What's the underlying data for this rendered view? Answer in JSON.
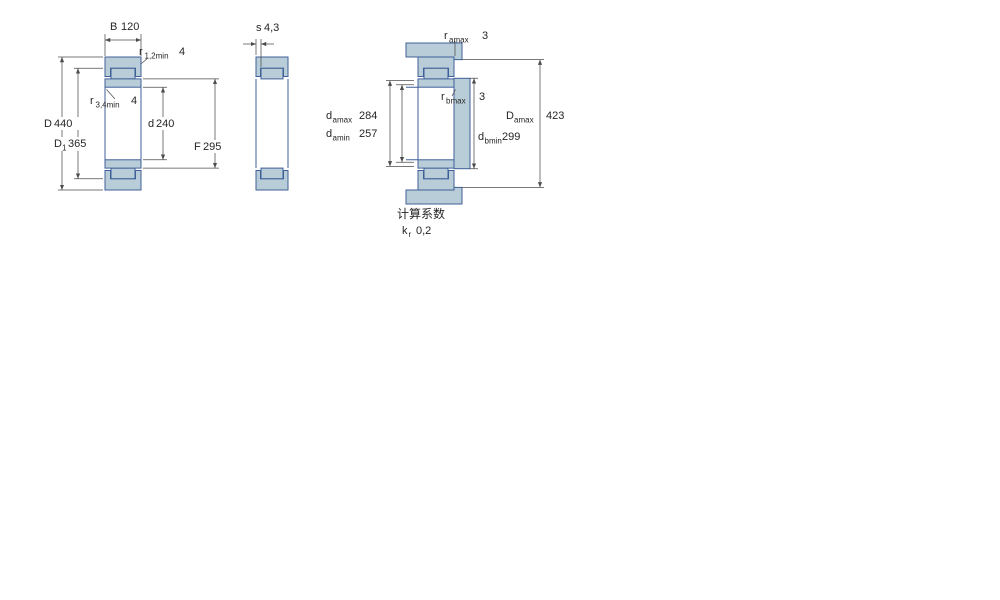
{
  "drawing": {
    "colors": {
      "section_fill": "#b9cdd9",
      "outline": "#3f5f98",
      "dimension_line": "#4d4d4d",
      "text": "#262626"
    },
    "view1": {
      "B": {
        "label": "B",
        "value": "120"
      },
      "r12": {
        "label": "r",
        "sub": "1,2min",
        "value": "4"
      },
      "r34": {
        "label": "r",
        "sub": "3,4min",
        "value": "4"
      },
      "D": {
        "label": "D",
        "value": "440"
      },
      "D1": {
        "label": "D",
        "sub": "1",
        "value": "365"
      },
      "d": {
        "label": "d",
        "value": "240"
      },
      "F": {
        "label": "F",
        "value": "295"
      }
    },
    "view2": {
      "s": {
        "label": "s",
        "value": "4,3"
      }
    },
    "view3": {
      "ra": {
        "label": "r",
        "sub": "amax",
        "value": "3"
      },
      "rb": {
        "label": "r",
        "sub": "bmax",
        "value": "3"
      },
      "damax": {
        "label": "d",
        "sub": "amax",
        "value": "284"
      },
      "damin": {
        "label": "d",
        "sub": "amin",
        "value": "257"
      },
      "dbmin": {
        "label": "d",
        "sub": "bmin",
        "value": "299"
      },
      "Damax": {
        "label": "D",
        "sub": "amax",
        "value": "423"
      }
    },
    "factors": {
      "title": "计算系数",
      "kr": {
        "label": "k",
        "sub": "r",
        "value": "0,2"
      }
    }
  }
}
